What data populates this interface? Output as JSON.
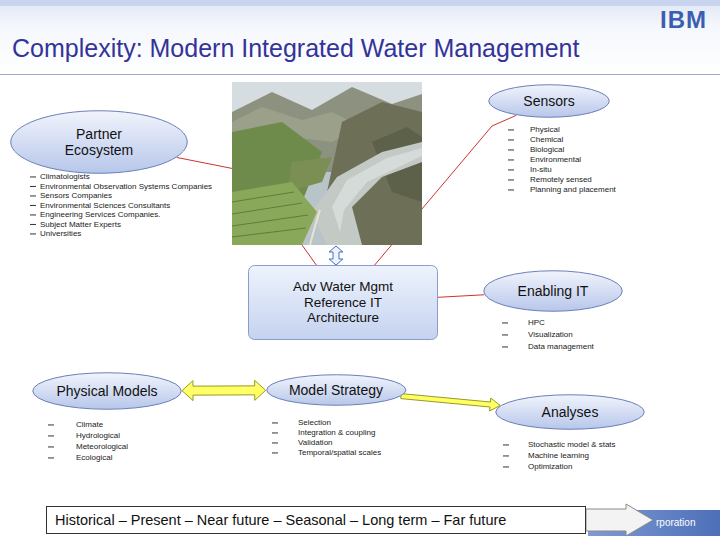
{
  "diagram": {
    "title": "Complexity: Modern Integrated Water Management",
    "nodes": [
      {
        "text": [
          "Partner Ecosystem"
        ]
      },
      {
        "text": [
          "Sensors"
        ]
      },
      {
        "text": [
          "Adv Water Mgmt Reference IT Architecture"
        ]
      },
      {
        "text": [
          "Enabling IT"
        ]
      },
      {
        "text": [
          "Physical Models"
        ]
      },
      {
        "text": [
          "Model Strategy"
        ]
      },
      {
        "text": [
          "Analyses"
        ]
      },
      {
        "text": [
          "Historical – Present – Near future – Seasonal – Long term – Far future"
        ]
      }
    ],
    "edges": [
      {
        "from": 0,
        "to": 2,
        "arrow": "none"
      },
      {
        "from": 1,
        "to": 2,
        "arrow": "none"
      },
      {
        "from": 2,
        "to": 3,
        "arrow": "none"
      },
      {
        "from": 4,
        "to": 5,
        "arrow": "both"
      },
      {
        "from": 5,
        "to": 6,
        "arrow": "to"
      }
    ],
    "labels": [
      "IBM",
      "Climatologists",
      "Environmental Observation Systems Companies",
      "Sensors Companies",
      "Environmental Sciences Consultants",
      "Engineering Services Companies.",
      "Subject Matter Experts",
      "Universities",
      "Physical",
      "Chemical",
      "Biological",
      "Environmental",
      "In-situ",
      "Remotely sensed",
      "Planning and placement",
      "HPC",
      "Visualization",
      "Data management",
      "Climate",
      "Hydrological",
      "Meteorological",
      "Ecological",
      "Selection",
      "Integration & coupling",
      "Validation",
      "Temporal/spatial scales",
      "Stochastic model & stats",
      "Machine learning",
      "Optimization",
      "rporation"
    ]
  }
}
